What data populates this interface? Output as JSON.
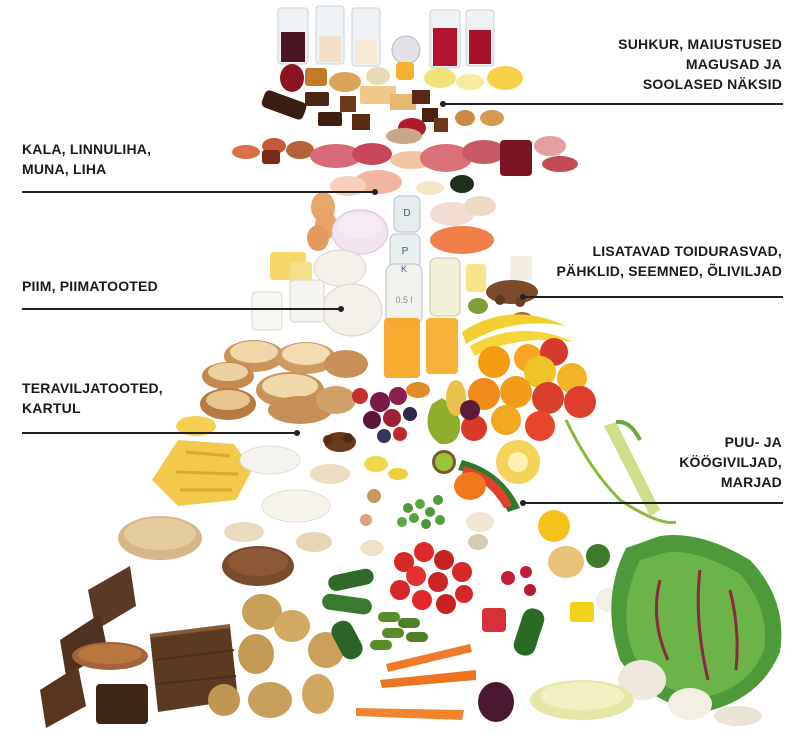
{
  "pyramid": {
    "groups": [
      {
        "id": "sweets",
        "lines": [
          "SUHKUR, MAIUSTUSED",
          "MAGUSAD JA",
          "SOOLASED NÄKSID"
        ],
        "side": "right"
      },
      {
        "id": "protein",
        "lines": [
          "KALA, LINNULIHA,",
          "MUNA, LIHA"
        ],
        "side": "left"
      },
      {
        "id": "fats",
        "lines": [
          "LISATAVAD TOIDURASVAD,",
          "PÄHKLID, SEEMNED, ÕLIVILJAD"
        ],
        "side": "right"
      },
      {
        "id": "dairy",
        "lines": [
          "PIIM, PIIMATOOTED"
        ],
        "side": "left"
      },
      {
        "id": "grains",
        "lines": [
          "TERAVILJATOOTED,",
          "KARTUL"
        ],
        "side": "left"
      },
      {
        "id": "produce",
        "lines": [
          "PUU- JA",
          "KÖÖGIVILJAD,",
          "MARJAD"
        ],
        "side": "right"
      }
    ],
    "milk_bottle_letters": [
      "D",
      "P",
      "K",
      "0.5 l"
    ]
  },
  "colors": {
    "text": "#1a1a1a",
    "line": "#222222",
    "bread": "#c9935a",
    "ryebread": "#5a3a26",
    "pasta": "#f2c94c",
    "potato": "#c9a05a",
    "fruit_orange": "#f39c12",
    "apple_red": "#d63a2f",
    "greens": "#4e9a3a",
    "tomato": "#d62828",
    "carrot": "#f07a2a",
    "meat": "#c0392b",
    "dairy": "#f4f1ea",
    "juice": "#f7a21b"
  }
}
